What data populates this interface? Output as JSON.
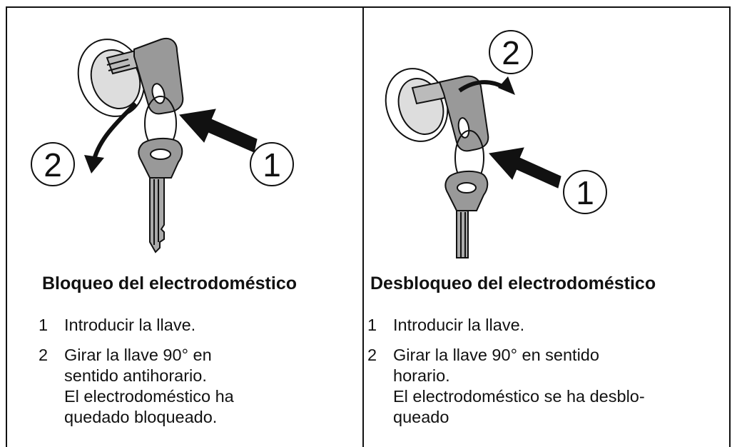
{
  "left": {
    "title": "Bloqueo del electrodoméstico",
    "callout_1": "1",
    "callout_2": "2",
    "steps": [
      {
        "num": "1",
        "text": "Introducir la llave."
      },
      {
        "num": "2",
        "text": "Girar la llave 90° en sentido antihorario.",
        "result": "El electrodoméstico ha quedado bloqueado."
      }
    ]
  },
  "right": {
    "title": "Desbloqueo del electrodoméstico",
    "callout_1": "1",
    "callout_2": "2",
    "steps": [
      {
        "num": "1",
        "text": "Introducir la llave."
      },
      {
        "num": "2",
        "text_line1": "Girar la llave 90° en sentido",
        "text_line2": "horario.",
        "result_line1": "El electrodoméstico se ha desblo-",
        "result_line2": "queado"
      }
    ]
  }
}
